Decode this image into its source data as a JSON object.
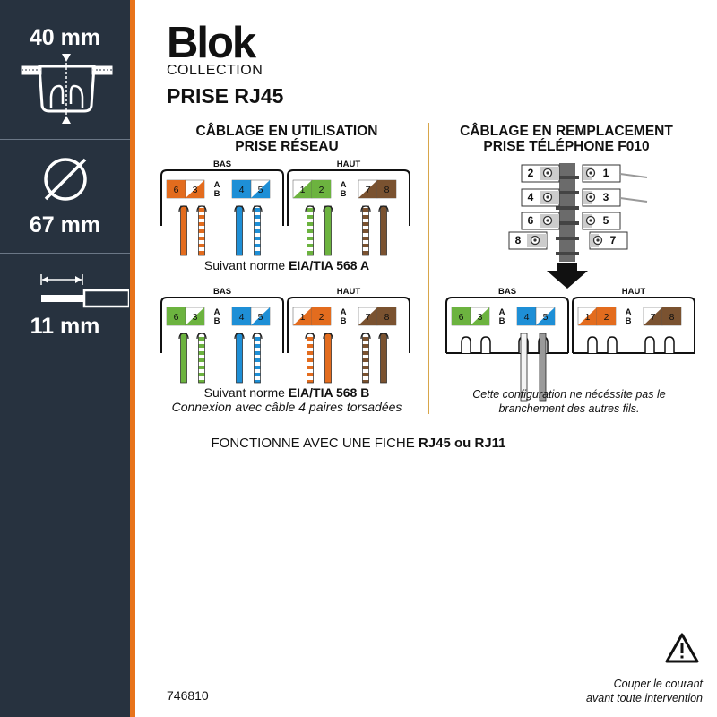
{
  "sidebar": {
    "depth_value": "40 mm",
    "diameter_value": "67 mm",
    "strip_value": "11 mm"
  },
  "brand": {
    "name": "Blok",
    "collection": "COLLECTION",
    "product_title": "PRISE RJ45"
  },
  "left_section": {
    "title_line1": "CÂBLAGE EN UTILISATION",
    "title_line2": "PRISE RÉSEAU",
    "top_block": {
      "bas_label": "BAS",
      "haut_label": "HAUT",
      "bas_pins": [
        "6",
        "3",
        "4",
        "5"
      ],
      "haut_pins": [
        "1",
        "2",
        "7",
        "8"
      ],
      "ab_label_a": "A",
      "ab_label_b": "B",
      "caption_prefix": "Suivant norme ",
      "caption_norm": "EIA/TIA 568 A"
    },
    "bottom_block": {
      "bas_label": "BAS",
      "haut_label": "HAUT",
      "bas_pins": [
        "6",
        "3",
        "4",
        "5"
      ],
      "haut_pins": [
        "1",
        "2",
        "7",
        "8"
      ],
      "ab_label_a": "A",
      "ab_label_b": "B",
      "caption_prefix": "Suivant norme ",
      "caption_norm": "EIA/TIA 568 B",
      "caption_line2": "Connexion avec câble 4 paires torsadées"
    }
  },
  "right_section": {
    "title_line1": "CÂBLAGE EN REMPLACEMENT",
    "title_line2": "PRISE TÉLÉPHONE F010",
    "f010_left_terminals": [
      "2",
      "4",
      "6",
      "8"
    ],
    "f010_right_terminals": [
      "1",
      "3",
      "5",
      "7"
    ],
    "bas_label": "BAS",
    "haut_label": "HAUT",
    "bas_pins": [
      "6",
      "3",
      "4",
      "5"
    ],
    "haut_pins": [
      "1",
      "2",
      "7",
      "8"
    ],
    "ab_label_a": "A",
    "ab_label_b": "B",
    "note_line1": "Cette configuration ne nécéssite pas le",
    "note_line2": "branchement des autres fils."
  },
  "footer": {
    "prefix": "FONCTIONNE AVEC UNE FICHE ",
    "plugs": "RJ45 ou RJ11"
  },
  "product_code": "746810",
  "warning": {
    "icon": "warning-triangle-icon",
    "line1": "Couper le courant",
    "line2": "avant toute intervention"
  },
  "colors": {
    "sidebar": "#27323f",
    "accent_stripe": "#e8731a",
    "orange": "#e36c1e",
    "green": "#6cb33f",
    "blue": "#1e8fd6",
    "brown": "#7a5230",
    "divider": "#d8a64a"
  }
}
